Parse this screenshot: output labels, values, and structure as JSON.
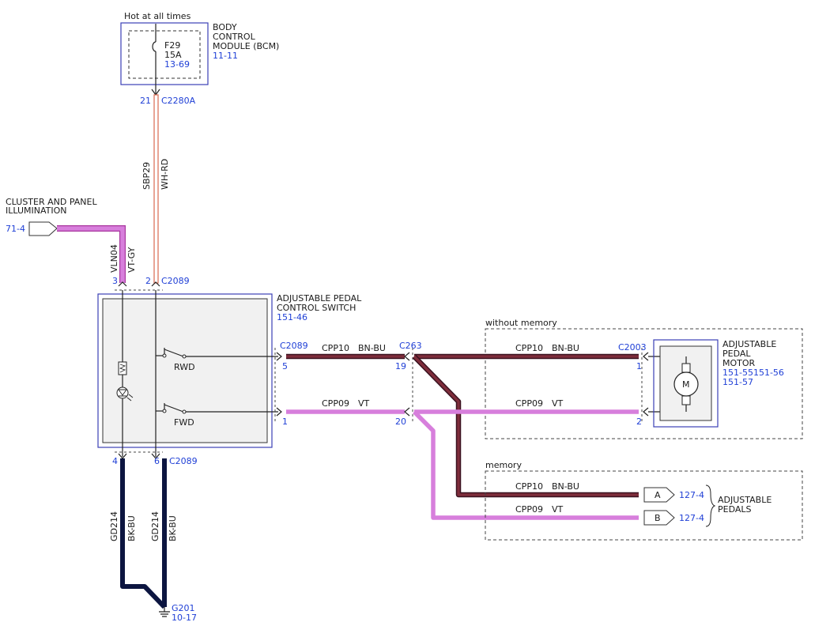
{
  "colors": {
    "link": "#1f3fd6",
    "box": "#3b3fb6",
    "wire_dark": "#111a4a",
    "wire_violet": "#d77fdc",
    "wire_bnbu": "#5a1f2c",
    "wire_rd": "#d9694f"
  },
  "top": {
    "hot_label": "Hot at all times"
  },
  "bcm": {
    "title_1": "BODY",
    "title_2": "CONTROL",
    "title_3": "MODULE (BCM)",
    "ref": "11-11",
    "fuse_name": "F29",
    "fuse_rating": "15A",
    "fuse_ref": "13-69",
    "pin": "21",
    "connector": "C2280A"
  },
  "wire_sbp29": {
    "circuit": "SBP29",
    "color": "WH-RD"
  },
  "cluster": {
    "title_1": "CLUSTER AND PANEL",
    "title_2": "ILLUMINATION",
    "ref": "71-4"
  },
  "wire_vln04": {
    "circuit": "VLN04",
    "color": "VT-GY"
  },
  "switch": {
    "pin_top_left": "3",
    "pin_top_right": "2",
    "connector_top": "C2089",
    "title_1": "ADJUSTABLE PEDAL",
    "title_2": "CONTROL SWITCH",
    "ref": "151-46",
    "rwd_label": "RWD",
    "fwd_label": "FWD",
    "connector_right": "C2089",
    "pin_right_top": "5",
    "pin_right_bottom": "1",
    "pin_bottom_left": "4",
    "pin_bottom_right": "6",
    "connector_bottom": "C2089"
  },
  "wires_mid": {
    "cpp10_circuit": "CPP10",
    "cpp10_color": "BN-BU",
    "cpp09_circuit": "CPP09",
    "cpp09_color": "VT"
  },
  "c263": {
    "name": "C263",
    "pin_top": "19",
    "pin_bottom": "20"
  },
  "without_memory": {
    "label": "without memory",
    "cpp10_circuit": "CPP10",
    "cpp10_color": "BN-BU",
    "cpp09_circuit": "CPP09",
    "cpp09_color": "VT",
    "connector": "C2003",
    "pin_top": "1",
    "pin_bottom": "2"
  },
  "motor": {
    "symbol": "M",
    "title_1": "ADJUSTABLE",
    "title_2": "PEDAL",
    "title_3": "MOTOR",
    "ref_1": "151-55151-56",
    "ref_2": "151-57"
  },
  "memory": {
    "label": "memory",
    "cpp10_circuit": "CPP10",
    "cpp10_color": "BN-BU",
    "cpp09_circuit": "CPP09",
    "cpp09_color": "VT",
    "flag_a": "A",
    "flag_b": "B",
    "ref_a": "127-4",
    "ref_b": "127-4",
    "dest_1": "ADJUSTABLE",
    "dest_2": "PEDALS"
  },
  "ground": {
    "wire_left_circuit": "GD214",
    "wire_left_color": "BK-BU",
    "wire_right_circuit": "GD214",
    "wire_right_color": "BK-BU",
    "name": "G201",
    "ref": "10-17"
  }
}
